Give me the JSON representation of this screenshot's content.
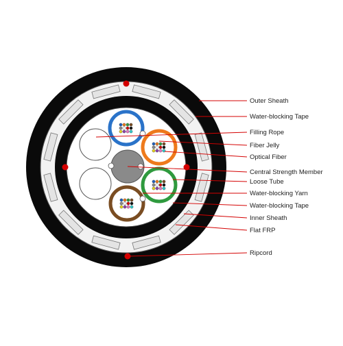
{
  "diagram": {
    "labels": [
      {
        "id": "outer-sheath",
        "text": "Outer Sheath"
      },
      {
        "id": "water-blocking-tape-outer",
        "text": "Water-blocking Tape"
      },
      {
        "id": "filling-rope",
        "text": "Filling Rope"
      },
      {
        "id": "fiber-jelly",
        "text": "Fiber Jelly"
      },
      {
        "id": "optical-fiber",
        "text": "Optical Fiber"
      },
      {
        "id": "central-strength-member",
        "text": "Central Strength Member"
      },
      {
        "id": "loose-tube",
        "text": "Loose Tube"
      },
      {
        "id": "water-blocking-yarn",
        "text": "Water-blocking Yarn"
      },
      {
        "id": "water-blocking-tape-inner",
        "text": "Water-blocking Tape"
      },
      {
        "id": "inner-sheath",
        "text": "Inner Sheath"
      },
      {
        "id": "flat-frp",
        "text": "Flat FRP"
      },
      {
        "id": "ripcord",
        "text": "Ripcord"
      }
    ],
    "colors": {
      "sheath": "#0a0a0a",
      "leader": "#d40000",
      "ripcord": "#d40000",
      "tube_blue": "#2a73c9",
      "tube_orange": "#ee7a1c",
      "tube_green": "#2f9a3e",
      "tube_brown": "#7a4d22",
      "strength_member": "#8a8a8a",
      "frp": "#e4e4e4"
    }
  }
}
